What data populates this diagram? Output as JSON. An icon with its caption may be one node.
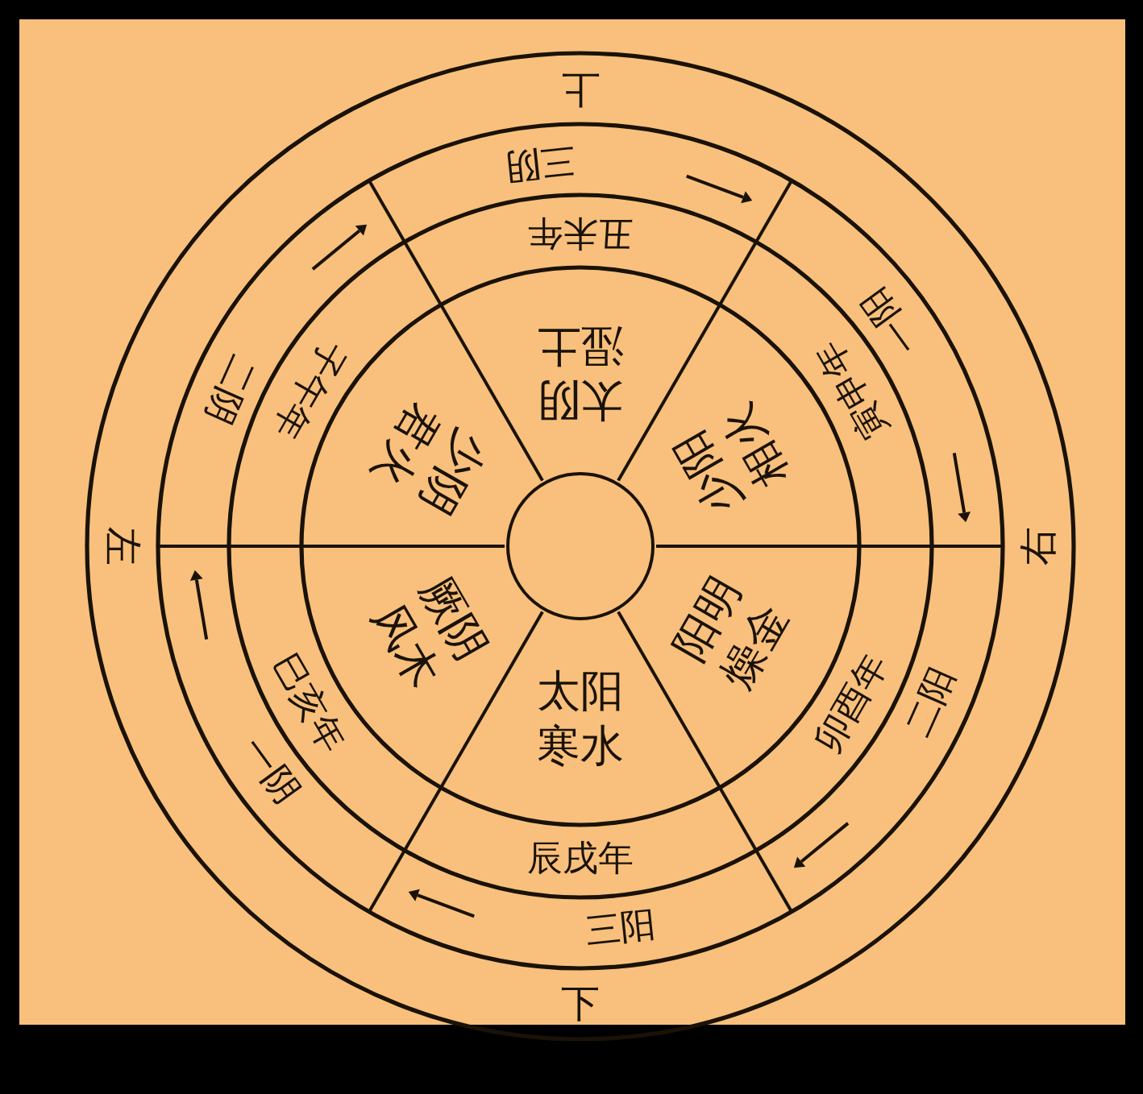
{
  "diagram": {
    "nodes": [
      {
        "text": [
          "三阴"
        ]
      },
      {
        "text": [
          "一阳"
        ]
      },
      {
        "text": [
          "二阳"
        ]
      },
      {
        "text": [
          "三阳"
        ]
      },
      {
        "text": [
          "一阴"
        ]
      },
      {
        "text": [
          "二阴"
        ]
      },
      {
        "text": [
          "丑未年"
        ]
      },
      {
        "text": [
          "寅申年"
        ]
      },
      {
        "text": [
          "卯酉年"
        ]
      },
      {
        "text": [
          "辰戌年"
        ]
      },
      {
        "text": [
          "巳亥年"
        ]
      },
      {
        "text": [
          "子午年"
        ]
      },
      {
        "text": [
          "太阴湿土"
        ]
      },
      {
        "text": [
          "少阳相火"
        ]
      },
      {
        "text": [
          "阳明燥金"
        ]
      },
      {
        "text": [
          "太阳寒水"
        ]
      },
      {
        "text": [
          "厥阴风木"
        ]
      },
      {
        "text": [
          "少阴君火"
        ]
      },
      {
        "text": [],
        "shape": "circle"
      }
    ],
    "labels": [
      "上",
      "左",
      "右",
      "下"
    ]
  }
}
